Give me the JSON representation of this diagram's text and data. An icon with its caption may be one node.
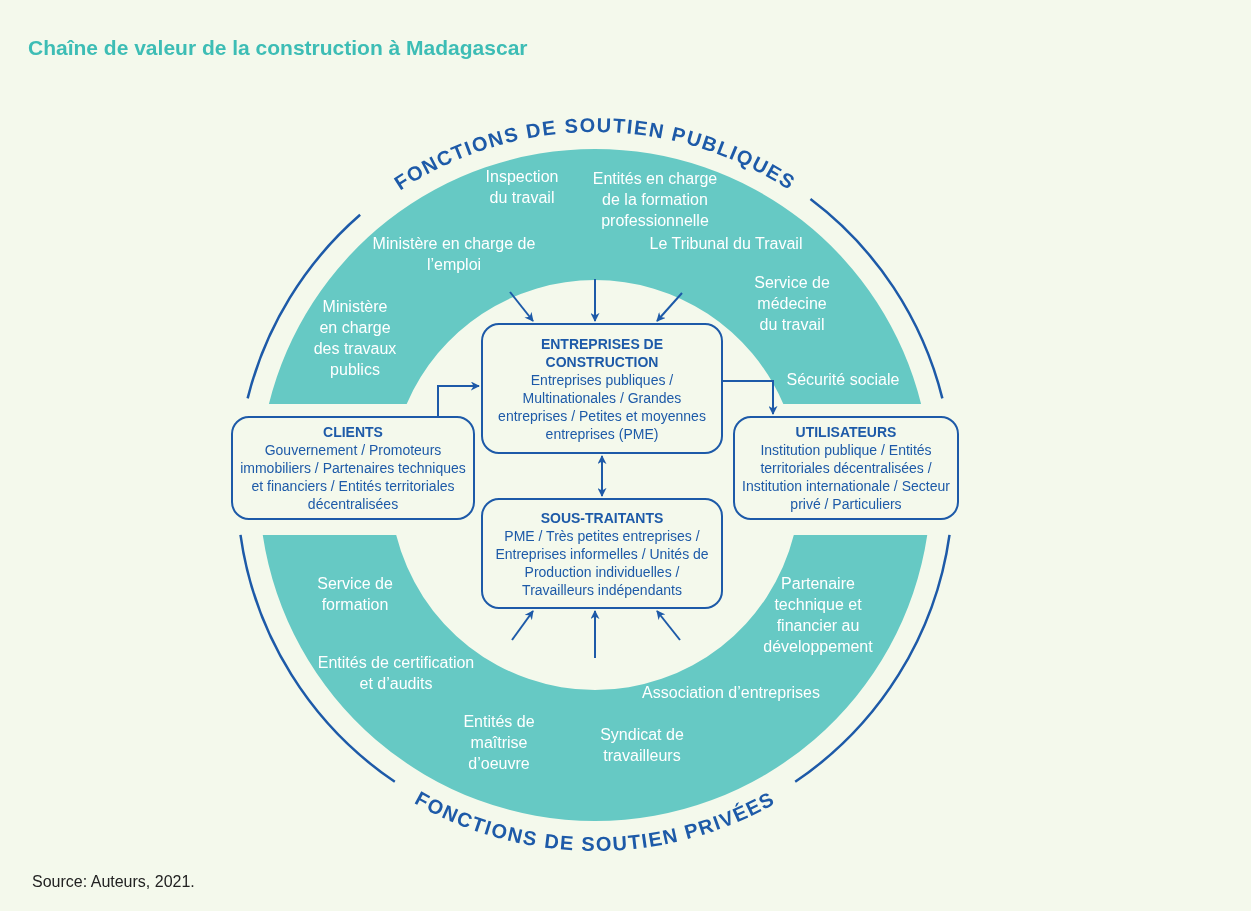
{
  "diagram": {
    "title": "Chaîne de valeur de la construction à Madagascar",
    "caption": "Source: Auteurs, 2021.",
    "nodes": [
      {
        "text": [
          "CLIENTS",
          "Gouvernement / Promoteurs immobiliers / Partenaires techniques et financiers / Entités territoriales décentralisées"
        ]
      },
      {
        "text": [
          "ENTREPRISES DE CONSTRUCTION",
          "Entreprises publiques / Multinationales / Grandes entreprises / Petites et moyennes entreprises (PME)"
        ]
      },
      {
        "text": [
          "UTILISATEURS",
          "Institution publique / Entités territoriales décentralisées / Institution internationale / Secteur privé / Particuliers"
        ]
      },
      {
        "text": [
          "SOUS-TRAITANTS",
          "PME / Très petites entreprises / Entreprises informelles / Unités de Production individuelles / Travailleurs indépendants"
        ]
      }
    ],
    "edges": [
      {
        "from": 0,
        "to": 1,
        "arrow": "to"
      },
      {
        "from": 1,
        "to": 2,
        "arrow": "to"
      },
      {
        "from": 1,
        "to": 3,
        "arrow": "both"
      },
      {
        "from": null,
        "to": 1,
        "arrow": "to"
      },
      {
        "from": null,
        "to": 1,
        "arrow": "to"
      },
      {
        "from": null,
        "to": 1,
        "arrow": "to"
      },
      {
        "from": null,
        "to": 3,
        "arrow": "to"
      },
      {
        "from": null,
        "to": 3,
        "arrow": "to"
      },
      {
        "from": null,
        "to": 3,
        "arrow": "to"
      }
    ],
    "labels": [
      "FONCTIONS DE SOUTIEN PUBLIQUES",
      "Inspection du travail",
      "Entités en charge de la formation professionnelle",
      "Ministère en charge de l’emploi",
      "Le Tribunal du Travail",
      "Ministère en charge des travaux publics",
      "Service de médecine du travail",
      "Sécurité sociale",
      "Service de formation",
      "Partenaire technique et financier au développement",
      "Entités de certification et d’audits",
      "Association d’entreprises",
      "Entités de maîtrise d’oeuvre",
      "Syndicat de travailleurs",
      "FONCTIONS DE SOUTIEN PRIVÉES"
    ]
  }
}
